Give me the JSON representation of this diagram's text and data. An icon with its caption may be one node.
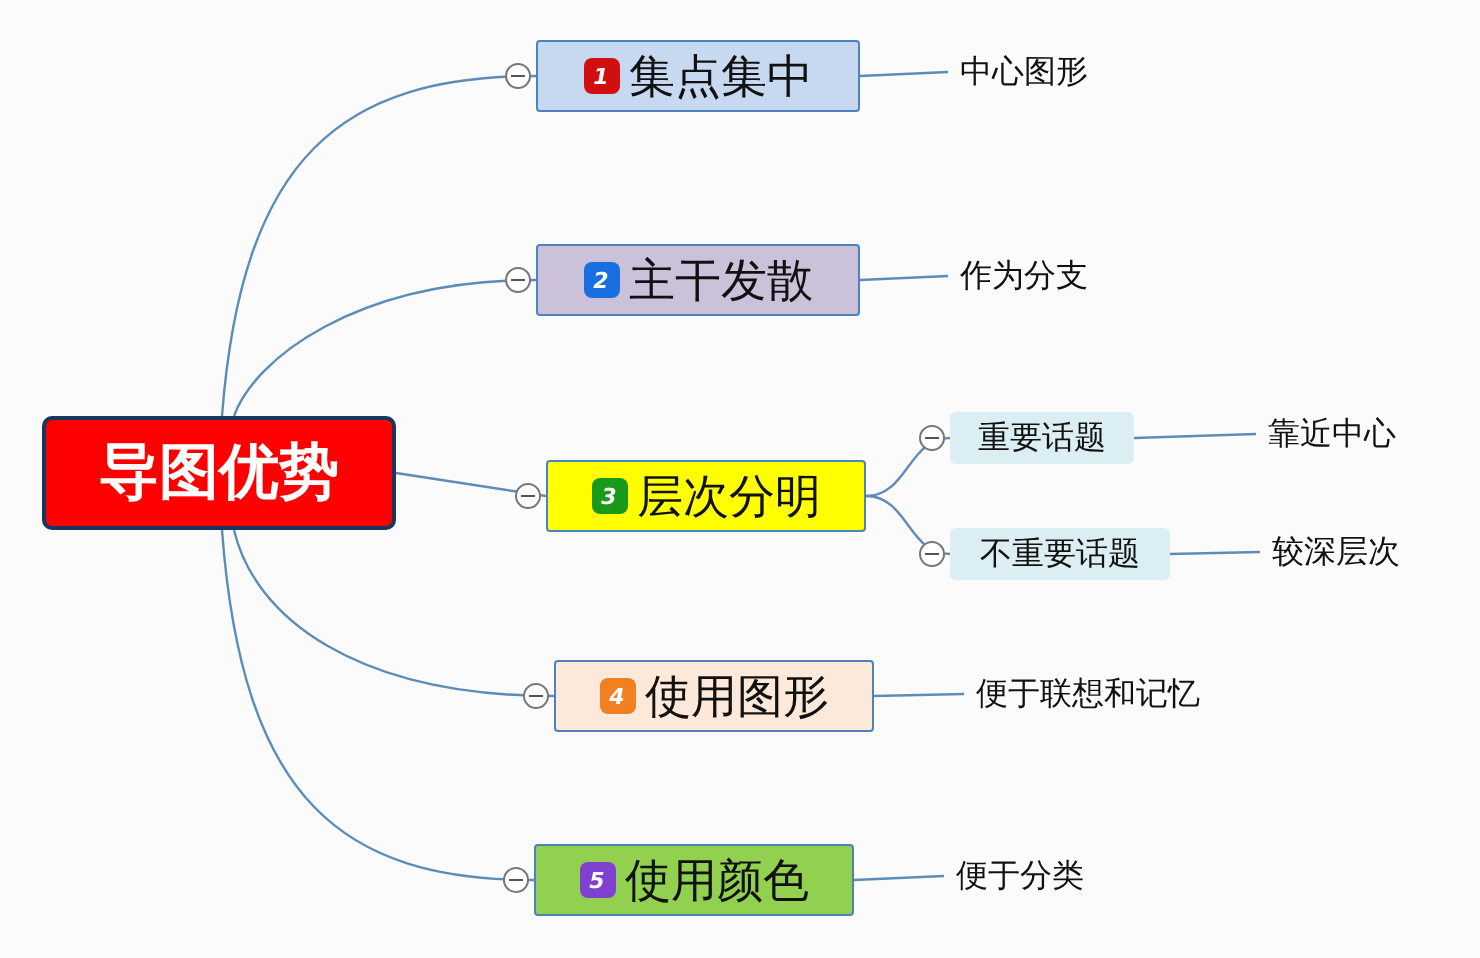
{
  "diagram": {
    "nodes": [
      {
        "text": [
          "导图优势"
        ]
      },
      {
        "text": [
          "1",
          "集点集中"
        ]
      },
      {
        "text": [
          "2",
          "主干发散"
        ]
      },
      {
        "text": [
          "3",
          "层次分明"
        ]
      },
      {
        "text": [
          "4",
          "使用图形"
        ]
      },
      {
        "text": [
          "5",
          "使用颜色"
        ]
      },
      {
        "text": [
          "中心图形"
        ]
      },
      {
        "text": [
          "作为分支"
        ]
      },
      {
        "text": [
          "重要话题"
        ]
      },
      {
        "text": [
          "不重要话题"
        ]
      },
      {
        "text": [
          "靠近中心"
        ]
      },
      {
        "text": [
          "较深层次"
        ]
      },
      {
        "text": [
          "便于联想和记忆"
        ]
      },
      {
        "text": [
          "便于分类"
        ]
      }
    ],
    "edges": [
      {
        "from": 0,
        "to": 1,
        "arrow": "none"
      },
      {
        "from": 0,
        "to": 2,
        "arrow": "none"
      },
      {
        "from": 0,
        "to": 3,
        "arrow": "none"
      },
      {
        "from": 0,
        "to": 4,
        "arrow": "none"
      },
      {
        "from": 0,
        "to": 5,
        "arrow": "none"
      },
      {
        "from": 1,
        "to": 6,
        "arrow": "none"
      },
      {
        "from": 2,
        "to": 7,
        "arrow": "none"
      },
      {
        "from": 3,
        "to": 8,
        "arrow": "none"
      },
      {
        "from": 3,
        "to": 9,
        "arrow": "none"
      },
      {
        "from": 8,
        "to": 10,
        "arrow": "none"
      },
      {
        "from": 9,
        "to": 11,
        "arrow": "none"
      },
      {
        "from": 4,
        "to": 12,
        "arrow": "none"
      },
      {
        "from": 5,
        "to": 13,
        "arrow": "none"
      }
    ]
  }
}
